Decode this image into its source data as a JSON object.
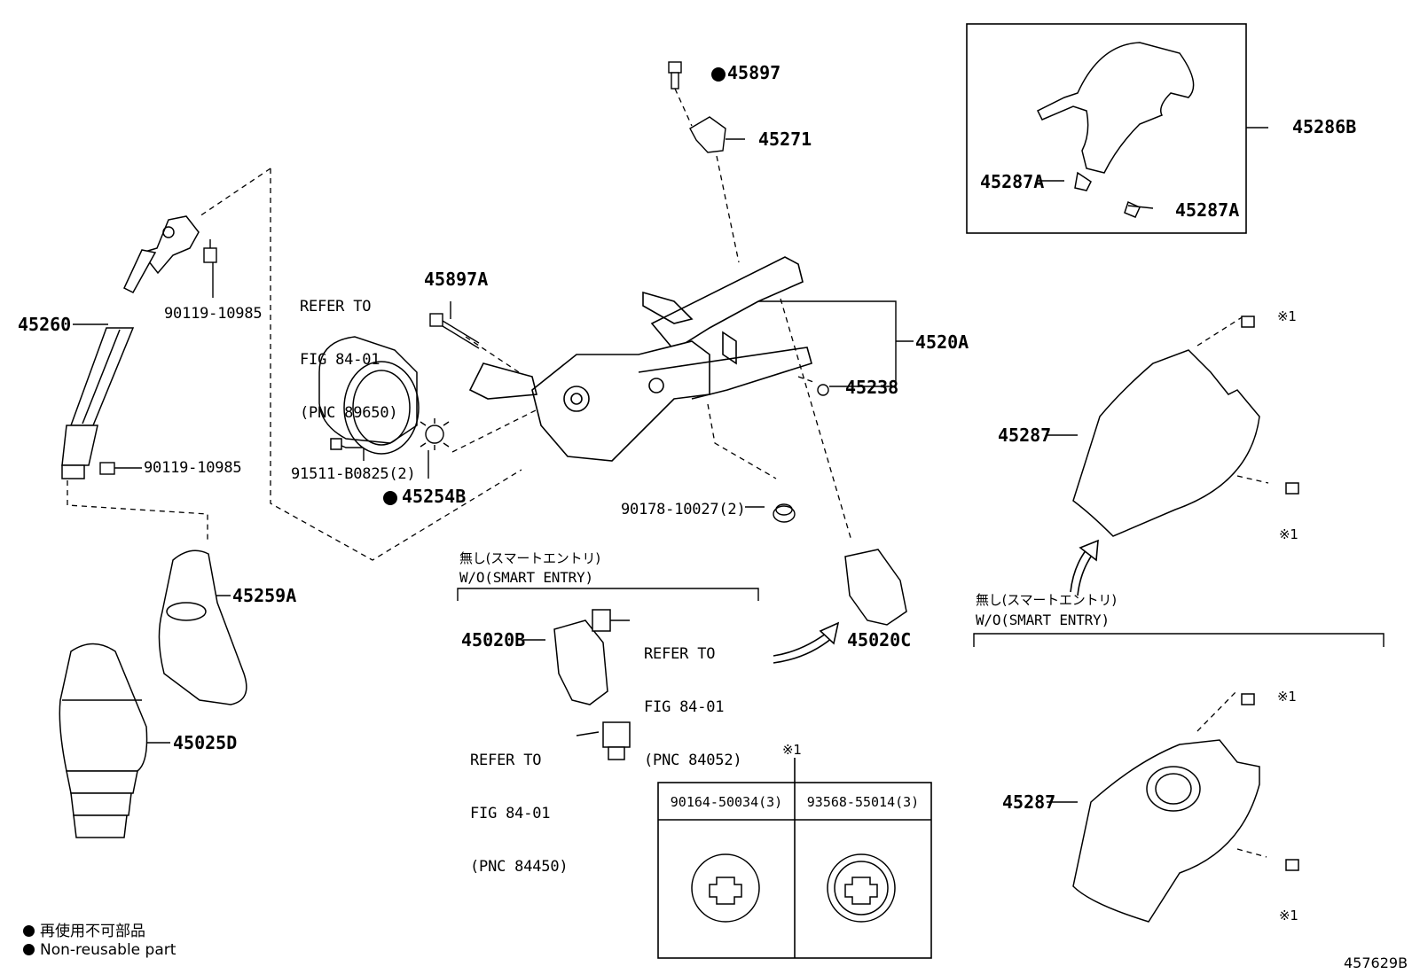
{
  "parts": {
    "p45897": "45897",
    "p45271": "45271",
    "p45286B": "45286B",
    "p45287A_left": "45287A",
    "p45287A_right": "45287A",
    "p45897A": "45897A",
    "p4520A": "4520A",
    "p45238": "45238",
    "p45260": "45260",
    "p90119_top": "90119-10985",
    "p90119_bottom": "90119-10985",
    "p91511": "91511-B0825(2)",
    "p45254B": "45254B",
    "p90178": "90178-10027(2)",
    "p45259A": "45259A",
    "p45025D": "45025D",
    "p45020B": "45020B",
    "p45020C": "45020C",
    "p45287_top": "45287",
    "p45287_bottom": "45287"
  },
  "refer_boxes": {
    "r89650": [
      "REFER TO",
      "FIG 84-01",
      "(PNC 89650)"
    ],
    "r84052": [
      "REFER TO",
      "FIG 84-01",
      "(PNC 84052)"
    ],
    "r84450": [
      "REFER TO",
      "FIG 84-01",
      "(PNC 84450)"
    ]
  },
  "notes": {
    "wo_smart_jp_1": "無し(スマートエントリ)",
    "wo_smart_en_1": "W/O(SMART ENTRY)",
    "wo_smart_jp_2": "無し(スマートエントリ)",
    "wo_smart_en_2": "W/O(SMART ENTRY)",
    "kome1_a": "※1",
    "kome1_b": "※1",
    "kome1_c": "※1",
    "kome1_d": "※1",
    "kome1_table": "※1"
  },
  "table": {
    "col1": "90164-50034(3)",
    "col2": "93568-55014(3)"
  },
  "legend": {
    "jp": "再使用不可部品",
    "en": "Non-reusable part"
  },
  "diagram_id": "457629B"
}
